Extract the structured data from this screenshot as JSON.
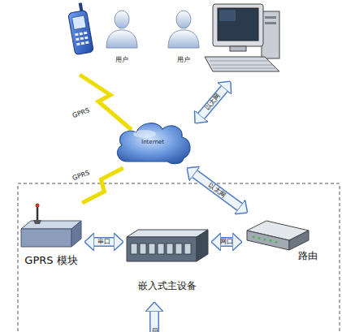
{
  "diagram": {
    "nodes": [
      {
        "text": [
          "用户"
        ]
      },
      {
        "text": [
          "用户"
        ]
      },
      {
        "text": [
          "Internet"
        ]
      },
      {
        "text": [
          "GPRS 模块"
        ]
      },
      {
        "text": [
          "嵌入式主设备"
        ]
      },
      {
        "text": [
          "路由"
        ]
      }
    ],
    "edges": [
      {
        "from": 2,
        "to": 3,
        "arrow": "none",
        "label": "GPRS"
      },
      {
        "from": 2,
        "to": 5,
        "arrow": "both",
        "label": "以太网"
      },
      {
        "from": 3,
        "to": 4,
        "arrow": "both",
        "label": "串口"
      },
      {
        "from": 4,
        "to": 5,
        "arrow": "both",
        "label": "网口"
      }
    ],
    "labels": [
      "GPRS",
      "以太网",
      "串口"
    ]
  }
}
